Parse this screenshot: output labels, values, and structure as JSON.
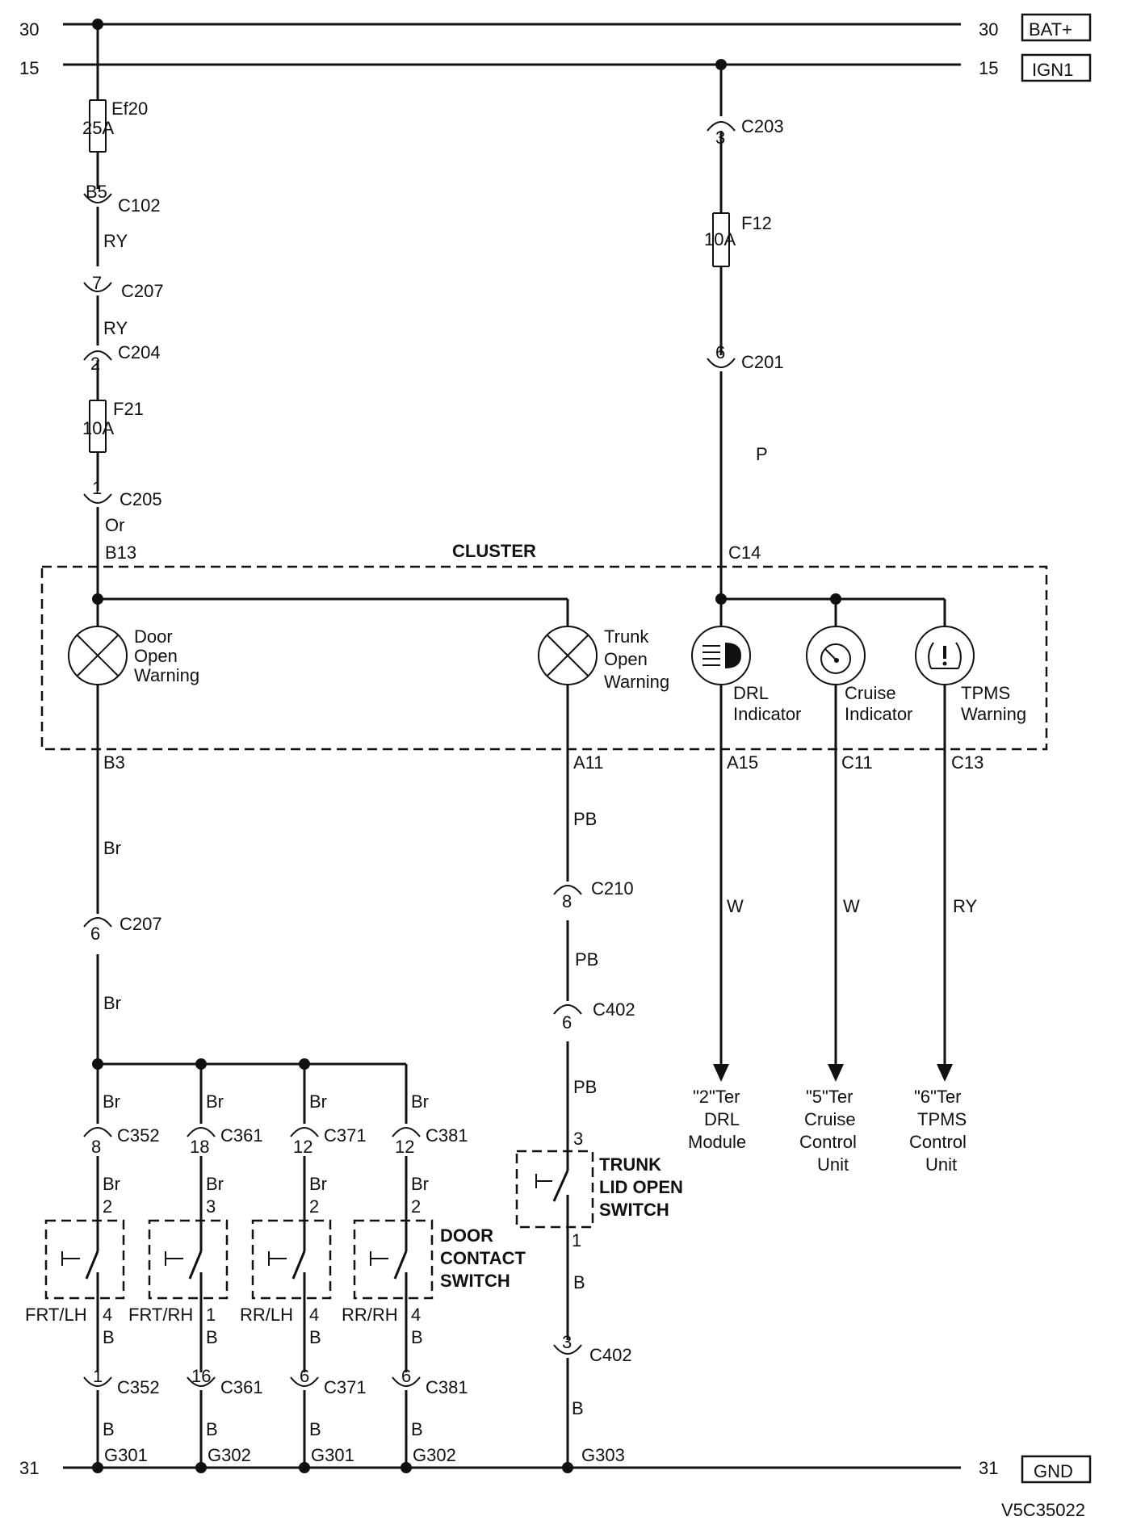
{
  "rails": {
    "bat": {
      "num_left": "30",
      "num_right": "30",
      "tag": "BAT+"
    },
    "ign": {
      "num_left": "15",
      "num_right": "15",
      "tag": "IGN1"
    },
    "gnd": {
      "num_left": "31",
      "num_right": "31",
      "tag": "GND"
    }
  },
  "left_feed": {
    "fuse_ef20": {
      "name": "Ef20",
      "rating": "25A"
    },
    "c102": {
      "pin": "B5",
      "name": "C102"
    },
    "wire1": "RY",
    "c207": {
      "pin": "7",
      "name": "C207"
    },
    "wire2": "RY",
    "c204": {
      "pin": "2",
      "name": "C204"
    },
    "fuse_f21": {
      "name": "F21",
      "rating": "10A"
    },
    "c205": {
      "pin": "1",
      "name": "C205"
    },
    "wire3": "Or",
    "pin_in": "B13"
  },
  "right_feed": {
    "c203": {
      "pin": "3",
      "name": "C203"
    },
    "fuse_f12": {
      "name": "F12",
      "rating": "10A"
    },
    "c201": {
      "pin": "6",
      "name": "C201"
    },
    "wire": "P",
    "pin_in": "C14"
  },
  "cluster": {
    "title": "CLUSTER",
    "door_warning": {
      "line1": "Door",
      "line2": "Open",
      "line3": "Warning",
      "pin_out": "B3"
    },
    "trunk_warning": {
      "line1": "Trunk",
      "line2": "Open",
      "line3": "Warning",
      "pin_out": "A11"
    },
    "drl": {
      "line1": "DRL",
      "line2": "Indicator",
      "pin_out": "A15"
    },
    "cruise": {
      "line1": "Cruise",
      "line2": "Indicator",
      "pin_out": "C11"
    },
    "tpms": {
      "line1": "TPMS",
      "line2": "Warning",
      "pin_out": "C13"
    }
  },
  "door_chain": {
    "wire1": "Br",
    "c207": {
      "pin": "6",
      "name": "C207"
    },
    "wire2": "Br",
    "branches": [
      {
        "wire_top": "Br",
        "conn_top": {
          "pin": "8",
          "name": "C352"
        },
        "wire_mid": "Br",
        "sw_pin_top": "2",
        "position": "FRT/LH",
        "sw_pin_bot": "4",
        "wire_bot": "B",
        "conn_bot": {
          "pin": "1",
          "name": "C352"
        },
        "wire_gnd": "B",
        "ground": "G301"
      },
      {
        "wire_top": "Br",
        "conn_top": {
          "pin": "18",
          "name": "C361"
        },
        "wire_mid": "Br",
        "sw_pin_top": "3",
        "position": "FRT/RH",
        "sw_pin_bot": "1",
        "wire_bot": "B",
        "conn_bot": {
          "pin": "16",
          "name": "C361"
        },
        "wire_gnd": "B",
        "ground": "G302"
      },
      {
        "wire_top": "Br",
        "conn_top": {
          "pin": "12",
          "name": "C371"
        },
        "wire_mid": "Br",
        "sw_pin_top": "2",
        "position": "RR/LH",
        "sw_pin_bot": "4",
        "wire_bot": "B",
        "conn_bot": {
          "pin": "6",
          "name": "C371"
        },
        "wire_gnd": "B",
        "ground": "G301"
      },
      {
        "wire_top": "Br",
        "conn_top": {
          "pin": "12",
          "name": "C381"
        },
        "wire_mid": "Br",
        "sw_pin_top": "2",
        "position": "RR/RH",
        "sw_pin_bot": "4",
        "wire_bot": "B",
        "conn_bot": {
          "pin": "6",
          "name": "C381"
        },
        "wire_gnd": "B",
        "ground": "G302"
      }
    ],
    "switch_label": {
      "line1": "DOOR",
      "line2": "CONTACT",
      "line3": "SWITCH"
    }
  },
  "trunk_chain": {
    "wire1": "PB",
    "c210": {
      "pin": "8",
      "name": "C210"
    },
    "wire2": "PB",
    "c402_top": {
      "pin": "6",
      "name": "C402"
    },
    "wire3": "PB",
    "sw_pin_top": "3",
    "switch_label": {
      "line1": "TRUNK",
      "line2": "LID OPEN",
      "line3": "SWITCH"
    },
    "sw_pin_bot": "1",
    "wire4": "B",
    "c402_bot": {
      "pin": "3",
      "name": "C402"
    },
    "wire5": "B",
    "ground": "G303"
  },
  "outputs": {
    "drl": {
      "wire": "W",
      "line1": "\"2\"Ter",
      "line2": "DRL",
      "line3": "Module"
    },
    "cruise": {
      "wire": "W",
      "line1": "\"5\"Ter",
      "line2": "Cruise",
      "line3": "Control",
      "line4": "Unit"
    },
    "tpms": {
      "wire": "RY",
      "line1": "\"6\"Ter",
      "line2": "TPMS",
      "line3": "Control",
      "line4": "Unit"
    }
  },
  "figure_code": "V5C35022"
}
